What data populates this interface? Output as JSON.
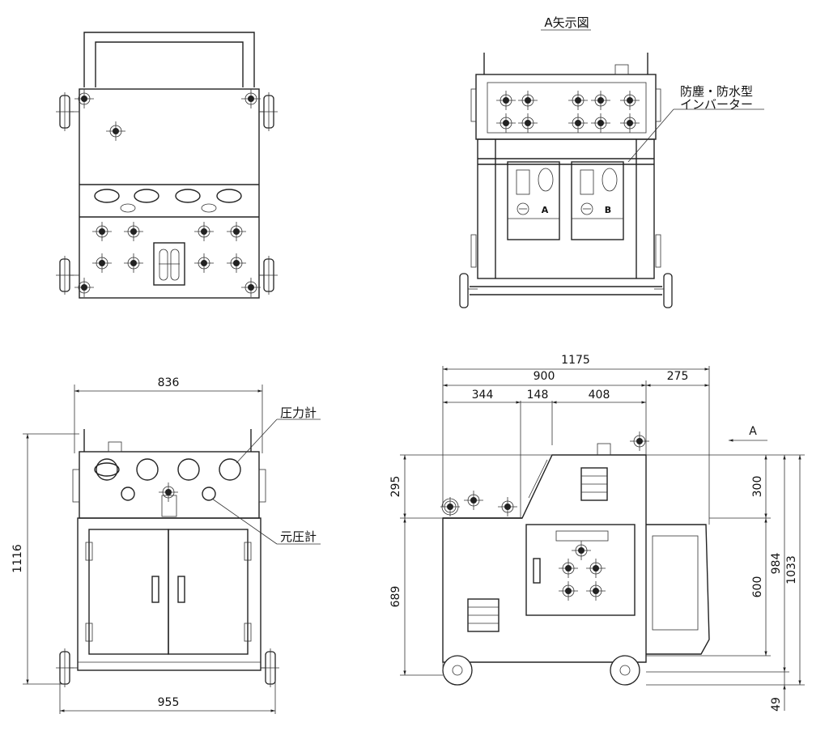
{
  "view_title": "A矢示図",
  "labels": {
    "inverter_line1": "防塵・防水型",
    "inverter_line2": "インバーター",
    "pressure_gauge": "圧力計",
    "source_pressure_gauge": "元圧計",
    "inverter_a": "A",
    "inverter_b": "B",
    "view_arrow": "A"
  },
  "dimensions": {
    "front_width": "836",
    "front_height": "1116",
    "front_base_width": "955",
    "side_total_length": "1175",
    "side_body_length": "900",
    "side_handle_length": "275",
    "side_seg1": "344",
    "side_seg2": "148",
    "side_seg3": "408",
    "side_upper_height": "295",
    "side_lower_height": "689",
    "right_upper": "300",
    "right_lower": "600",
    "right_984": "984",
    "right_1033": "1033",
    "wheel_offset": "49"
  }
}
